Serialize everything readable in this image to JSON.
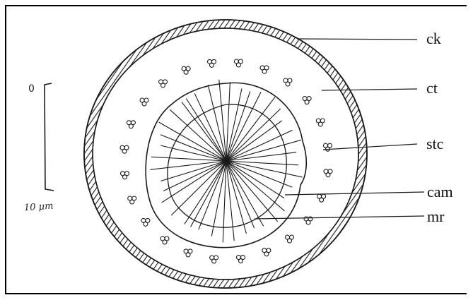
{
  "labels": {
    "ck": "ck",
    "ct": "ct",
    "stc": "stc",
    "cam": "cam",
    "mr": "mr"
  },
  "scale_bar": {
    "top_label": "0",
    "bottom_label": "10 μm"
  },
  "colors": {
    "ink": "#1a1a1a",
    "paper": "#ffffff"
  }
}
